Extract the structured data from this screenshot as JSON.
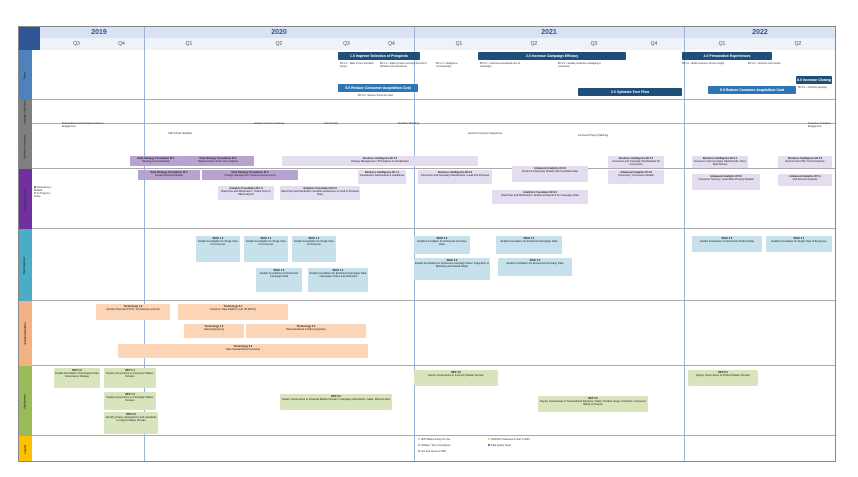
{
  "colors": {
    "year_text": "#2f5597",
    "header_band": "#d9e2f3",
    "lane_theme": "#4f81bd",
    "lane_business": "#7f7f7f",
    "lane_features": "#7030a0",
    "lane_ingestion": "#4bacc6",
    "lane_technical": "#f4b183",
    "lane_deployment": "#9bbb59",
    "lane_legend": "#ffc000",
    "theme_header": "#1f4e79",
    "features_box": "#e4dcef",
    "features_box_dark": "#b8a2d0",
    "ingestion_box": "#c6e0ec",
    "technical_box": "#fbd5b5",
    "deployment_box": "#d8e4bc"
  },
  "timeline": {
    "years": [
      "2019",
      "2020",
      "2021",
      "2022"
    ],
    "quarters": [
      "Q3",
      "Q4",
      "Q1",
      "Q2",
      "Q3",
      "Q4",
      "Q1",
      "Q2",
      "Q3",
      "Q4",
      "Q1",
      "Q2"
    ]
  },
  "lanes": [
    {
      "label": "Theme"
    },
    {
      "label": "Strategic Objectives"
    },
    {
      "label": "Business Outcomes"
    },
    {
      "label": "Analytical Features"
    },
    {
      "label": "Data Ingestion"
    },
    {
      "label": "Technical Enablers"
    },
    {
      "label": "Deployment"
    },
    {
      "label": "Legend"
    }
  ],
  "themes": [
    {
      "title": "1.0 Improve Selection of Prospects"
    },
    {
      "title": "2.0 Increase Campaign Efficacy"
    },
    {
      "title": "4.0 Personalize Experiences"
    },
    {
      "title": "5.0 Reduce Consumer Acquisition Cost"
    },
    {
      "title": "3.0 Optimize Your Flow"
    },
    {
      "title": "5.0 Reduce Customer Acquisition Cost"
    },
    {
      "title": "6.0 Increase Closing"
    }
  ],
  "objectives": [
    "BO 1.1 - Tailor to the most likely buyers",
    "BO 1.2 - Adapt prospect scoring informed by behavior and preferences",
    "BO 1.3 - Intelligence of prospecting",
    "BO 2.1 - Continuous feedback loop of campaigns",
    "BO 2.2 - Enable predictive messaging to consumers",
    "BO 4.1 - Build consumer journey insight",
    "BO 4.2 - Optimize touch points",
    "BO 5.1 - Optimize targeting",
    "BO 5.2 - Reduce Spend per lead"
  ],
  "outcomes": [
    "Personalized and Automated Customer Engagement",
    "CDP Solution Enabled",
    "Activate Consumer Journeys",
    "Cost Savings",
    "Predictive Modeling",
    "Improved Consumer Experience",
    "Improved Property Matching",
    "Consumer and Agent Engagement"
  ],
  "features": [
    {
      "title": "Data Strategy Foundation PI 1",
      "text": "Strategy Documentation"
    },
    {
      "title": "Data Strategy Foundation PI 2",
      "text": "Requirements / DAs / Key Analysis"
    },
    {
      "title": "Data Strategy Foundation PI 3",
      "text": "Detail Analytical Models"
    },
    {
      "title": "Data Strategy Foundation PI 4",
      "text": "Change Management Solution Access Level"
    },
    {
      "title": "Business Intelligence BI 1.0",
      "text": "Change Management / BI Analytics & Visualization"
    },
    {
      "title": "Business Intelligence BI 1.1",
      "text": "Visualization Dashboards & Guidelines"
    },
    {
      "title": "Analytics Foundation M 1.0",
      "text": "Data Prep and Distribution / Online Sync to SEA Analytics"
    },
    {
      "title": "Analytics Foundation M 2.0",
      "text": "Data Prep and Distribution / Enable architecture to track in Prospect Data"
    },
    {
      "title": "Business Intelligence BI 2.0",
      "text": "Consumer and Campaign Dashboards / Lead and Prospect"
    },
    {
      "title": "Advanced Analytics M 3.0",
      "text": "Enhance Propensity Models with Feedback Data"
    },
    {
      "title": "Analytics Foundation M 3.0",
      "text": "Data Prep and Distribution / Enable architecture for Campaign Data"
    },
    {
      "title": "Business Intelligence BI 3.1",
      "text": "Consumer and Campaign Dashboards for Consumers"
    },
    {
      "title": "Advanced Analytics M 4.0",
      "text": "Propensity, Conversion Models"
    },
    {
      "title": "Business Intelligence BI 4.1",
      "text": "Consumer and Campaign Dashboards / Next-Best Actions"
    },
    {
      "title": "Business Intelligence BI 4.2",
      "text": "Returns and Offer Trend Analytics"
    },
    {
      "title": "Advanced Analytics M 5.0",
      "text": "Consumer Scoring / Look-Alike Property Models"
    },
    {
      "title": "Advanced Analytics M 5.1",
      "text": "Self-Service Analytics"
    }
  ],
  "ingestion": [
    {
      "title": "INGE 1.0",
      "text": "Enable Foundation for Single View of Consumer"
    },
    {
      "title": "INGE 1.1",
      "text": "Enable Foundation for Single View of Consumer"
    },
    {
      "title": "INGE 1.2",
      "text": "Enable Foundation for Single View of Customer"
    },
    {
      "title": "INGE 1.3",
      "text": "Enable Foundation for Enhanced Campaign Data"
    },
    {
      "title": "INGE 1.4",
      "text": "Enable Foundation for Enhanced Campaign Data / Campaign Status and Attribution"
    },
    {
      "title": "INGE 2.0",
      "text": "Enable Foundation for Enhanced Inventory Data"
    },
    {
      "title": "INGE 2.1",
      "text": "Enable Foundation for Enhanced Campaign Data"
    },
    {
      "title": "INGE 2.2",
      "text": "Enable Foundation for Enhanced Campaign Data"
    },
    {
      "title": "INGE 2.3",
      "text": "Enable Foundation for Enhanced Campaign Data / Integration of Marketing and Social Media"
    },
    {
      "title": "INGE 3.0",
      "text": "Enable Foundation for Enhanced Product Data"
    },
    {
      "title": "INGE 3.1",
      "text": "Enable Foundation for Single View of Employee"
    }
  ],
  "technical": [
    {
      "title": "Technology 1.0",
      "text": "Identify Potential of POC, Architecture and tool"
    },
    {
      "title": "Technology 2.1",
      "text": "Customer Data Platform (incl. BI RPOC)"
    },
    {
      "title": "Technology 1.0",
      "text": "Data Engineering"
    },
    {
      "title": "Technology 2.0",
      "text": "Data Standards & Data Integration"
    },
    {
      "title": "Technology 3.0",
      "text": "Data Stewardship Processing"
    }
  ],
  "deployment": [
    {
      "title": "DEP 1.0",
      "text": "Enable Foundation of Enterprise Data Governance Strategy"
    },
    {
      "title": "DEP 1.1",
      "text": "Deploy Governance to Consumer Master Domain"
    },
    {
      "title": "DEP 1.2",
      "text": "Deploy Governance to Campaign Master Domain"
    },
    {
      "title": "DEP 2.0",
      "text": "Identify privacy, transparency and standards to support Master domain"
    },
    {
      "title": "DEP 3.0",
      "text": "Deploy Governance to Financial Master Domain / Campaign Interactions, Sales, Returns data"
    },
    {
      "title": "DEP 4.0",
      "text": "Deploy Governance to Inventory Master Domain"
    },
    {
      "title": "DEP 5.0",
      "text": "Deploy Governance to Transactional Domains / Sales, Product usage, Contracts, Consumer Billing & Finance"
    },
    {
      "title": "DEP 6.0",
      "text": "Deploy Governance to Product Master Domain"
    }
  ],
  "legend": [
    "MVP Data Coming Into Use",
    "Validate / Test of prototypes",
    "Sun and Venue to 2022",
    "SCRUM of Releases to start in 2020",
    "Data Quality Setup"
  ],
  "side_legend": [
    "Dependency / Related",
    "In Progress / Active"
  ]
}
